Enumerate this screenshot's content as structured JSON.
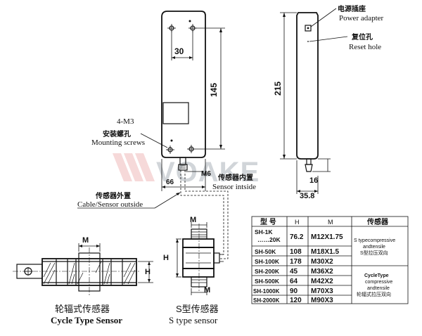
{
  "front_view": {
    "dim_width_inner": "30",
    "dim_height_inner": "145",
    "dim_width_outer": "66",
    "thread_label": "M6",
    "mount_count_label": "4-M3",
    "mount_cn": "安装螺孔",
    "mount_en": "Mounting screws",
    "sensor_inside_cn": "传感器内置",
    "sensor_inside_en": "Sensor intside",
    "sensor_outside_cn": "传感器外置",
    "sensor_outside_en": "Cable/Sensor outside"
  },
  "side_view": {
    "dim_height": "215",
    "dim_bottom": "16",
    "dim_depth": "35.8",
    "power_cn": "电源插座",
    "power_en": "Power adapter",
    "reset_cn": "复位孔",
    "reset_en": "Reset hole"
  },
  "watermark": "VOAKE",
  "cycle_sensor": {
    "dim_m": "M",
    "dim_h": "H",
    "caption_cn": "轮辐式传感器",
    "caption_en": "Cycle Type Sensor"
  },
  "s_sensor": {
    "dim_m_top": "M",
    "dim_h": "H",
    "dim_m_bottom": "M",
    "caption_cn": "S型传感器",
    "caption_en": "S type sensor"
  },
  "spec_table": {
    "headers": [
      "型 号",
      "H",
      "M",
      "传感器"
    ],
    "rows": [
      {
        "model": "SH-1K\n……20K",
        "h": "76.2",
        "m": "M12X1.75"
      },
      {
        "model": "SH-50K",
        "h": "108",
        "m": "M18X1.5"
      },
      {
        "model": "SH-100K",
        "h": "178",
        "m": "M30X2"
      },
      {
        "model": "SH-200K",
        "h": "45",
        "m": "M36X2"
      },
      {
        "model": "SH-500K",
        "h": "64",
        "m": "M42X2"
      },
      {
        "model": "SH-1000K",
        "h": "90",
        "m": "M70X3"
      },
      {
        "model": "SH-2000K",
        "h": "120",
        "m": "M90X3"
      }
    ],
    "group_s": {
      "line1": "S typecompressive",
      "line2": "andtensile",
      "line3": "S型拉压双向"
    },
    "group_cycle": {
      "line1": "CycleType",
      "line2": "compressive",
      "line3": "andtensile",
      "line4": "轮辐式拉压双向"
    }
  }
}
